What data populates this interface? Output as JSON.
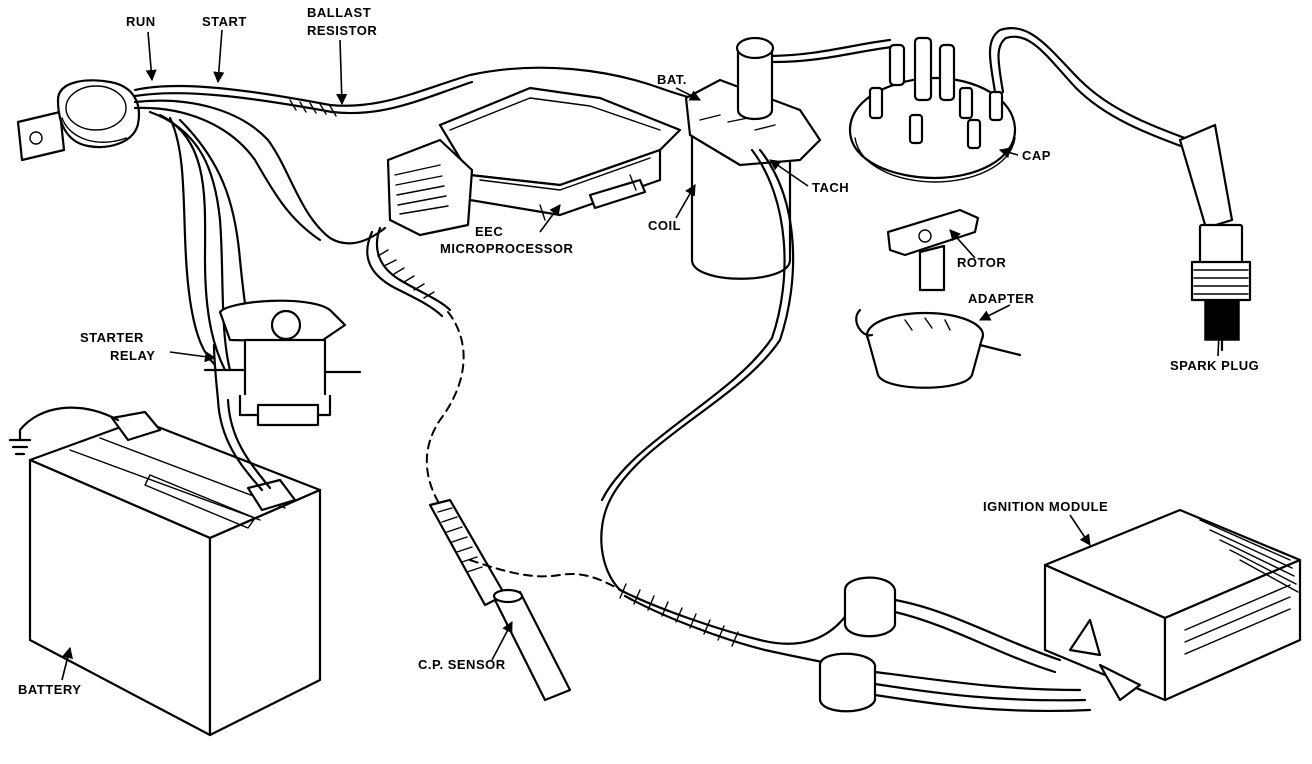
{
  "labels": {
    "run": "RUN",
    "start": "START",
    "ballast_line1": "BALLAST",
    "ballast_line2": "RESISTOR",
    "bat": "BAT.",
    "cap": "CAP",
    "tach": "TACH",
    "coil": "COIL",
    "eec_line1": "EEC",
    "eec_line2": "MICROPROCESSOR",
    "rotor": "ROTOR",
    "adapter": "ADAPTER",
    "starter_line1": "STARTER",
    "starter_line2": "RELAY",
    "spark_plug": "SPARK PLUG",
    "ignition_module": "IGNITION MODULE",
    "battery": "BATTERY",
    "cp_sensor": "C.P. SENSOR"
  },
  "colors": {
    "ink": "#000000",
    "paper": "#ffffff"
  }
}
